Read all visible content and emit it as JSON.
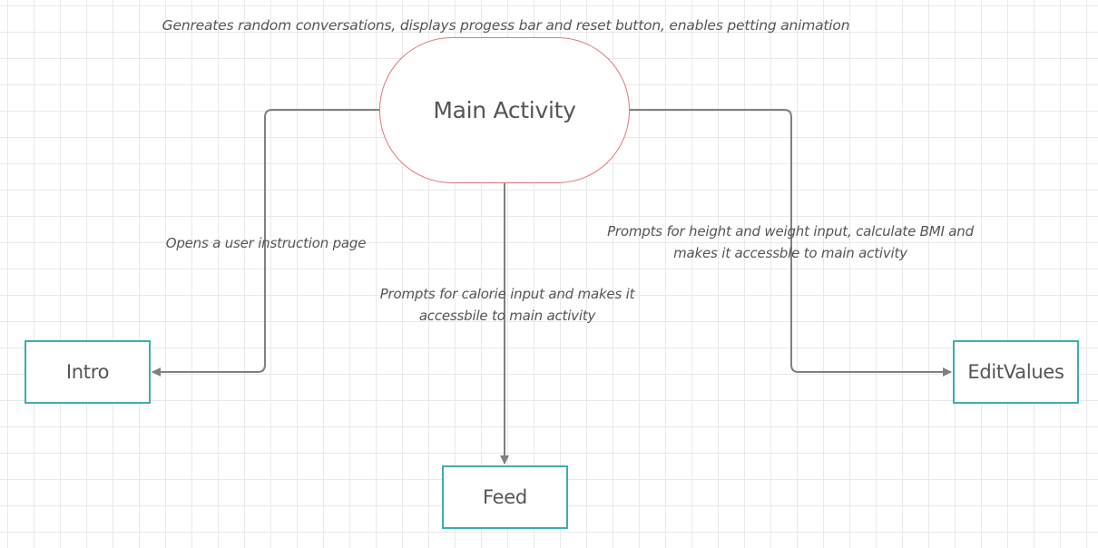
{
  "diagram": {
    "nodes": {
      "main": {
        "label": "Main Activity"
      },
      "intro": {
        "label": "Intro"
      },
      "feed": {
        "label": "Feed"
      },
      "edit_values": {
        "label": "EditValues"
      }
    },
    "annotations": {
      "main": "Genreates random conversations, displays progess bar and reset button, enables petting animation",
      "intro": "Opens a user instruction page",
      "feed": {
        "line1": "Prompts for calorie input and makes it",
        "line2": "accessbile to main activity"
      },
      "edit_values": {
        "line1": "Prompts for height and weight input, calculate BMI and",
        "line2": "makes it accessble to main activity"
      }
    },
    "colors": {
      "main_border": "#e0787a",
      "box_border": "#3aaeb0",
      "connector": "#808080",
      "text": "#555555",
      "grid": "#e9e9e9"
    }
  }
}
